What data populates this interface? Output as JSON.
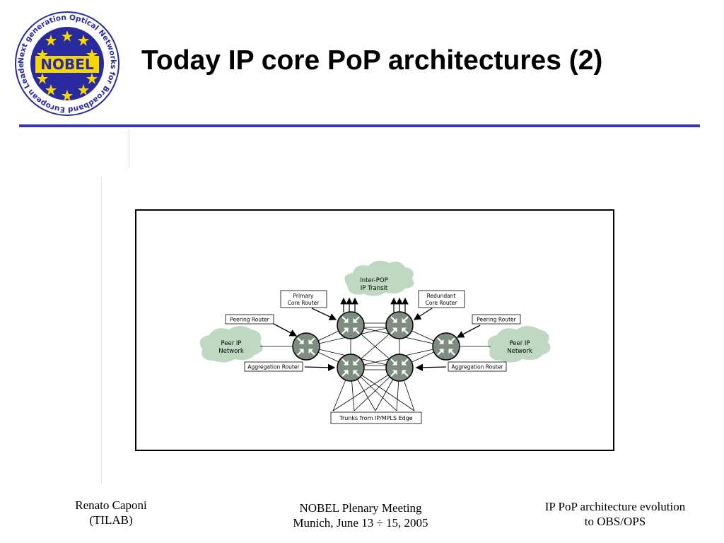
{
  "slide": {
    "title": "Today IP core PoP architectures (2)",
    "accent_color": "#3535b5"
  },
  "logo": {
    "center_text": "NOBEL",
    "ring_text": "Next generation Optical Networks for Broadband European Leadership",
    "icon": "nobel-eu-stars-logo"
  },
  "diagram": {
    "clouds": {
      "inter_pop_line1": "Inter-POP",
      "inter_pop_line2": "IP Transit",
      "peer_left_line1": "Peer IP",
      "peer_left_line2": "Network",
      "peer_right_line1": "Peer IP",
      "peer_right_line2": "Network"
    },
    "labels": {
      "primary_line1": "Primary",
      "primary_line2": "Core Router",
      "redundant_line1": "Redundant",
      "redundant_line2": "Core Router",
      "peering_left": "Peering Router",
      "peering_right": "Peering Router",
      "aggregation_left": "Aggregation Router",
      "aggregation_right": "Aggregation Router",
      "trunks": "Trunks from IP/MPLS Edge"
    },
    "router_icon": "router-icon"
  },
  "footer": {
    "left_line1": "Renato Caponi",
    "left_line2": "(TILAB)",
    "center_line1": "NOBEL Plenary Meeting",
    "center_line2": "Munich, June  13  ÷ 15, 2005",
    "right_line1": "IP PoP architecture evolution",
    "right_line2": "to OBS/OPS"
  }
}
